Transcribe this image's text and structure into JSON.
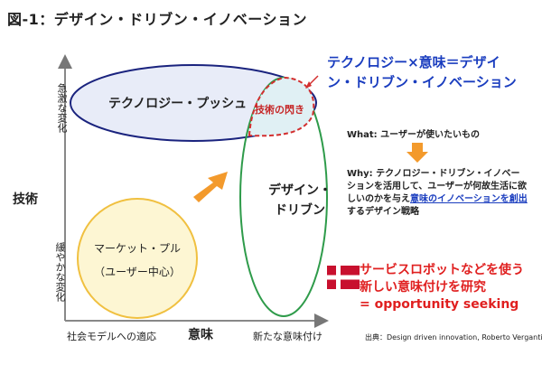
{
  "title": "図-1：デザイン・ドリブン・イノベーション",
  "axes": {
    "y_top": "急激な変化",
    "y_mid": "技術",
    "y_bottom": "緩やかな変化",
    "x_left": "社会モデルへの適応",
    "x_mid": "意味",
    "x_right": "新たな意味付け"
  },
  "regions": {
    "technology_push": "テクノロジー・プッシュ",
    "spark": "技術の閃き",
    "design_driven_line1": "デザイン・",
    "design_driven_line2": "ドリブン",
    "market_pull_line1": "マーケット・プル",
    "market_pull_line2": "（ユーザー中心）"
  },
  "formula": "テクノロジー×意味＝デザイン・ドリブン・イノベーション",
  "what": "What: ユーザーが使いたいもの",
  "why": {
    "part1": "Why: テクノロジー・ドリブン・イノベーションを活用して、ユーザーが何故生活に欲しいのかを与え",
    "highlight": "意味のイノベーションを創出",
    "part2": "するデザイン戦略"
  },
  "robot": {
    "line1": "サービスロボットなどを使う",
    "line2": "新しい意味付けを研究",
    "line3": "= opportunity seeking"
  },
  "source": "出典：Design driven innovation, Roberto Verganti",
  "colors": {
    "tech_fill": "#e8ecf8",
    "tech_stroke": "#1a237e",
    "market_fill": "#fdf6d3",
    "market_stroke": "#f0c040",
    "design_stroke": "#2e9b4a",
    "overlap_stroke": "#d32f2f",
    "arrow": "#f39a2c",
    "formula_text": "#1a3dbf",
    "robot_text": "#e02020"
  }
}
